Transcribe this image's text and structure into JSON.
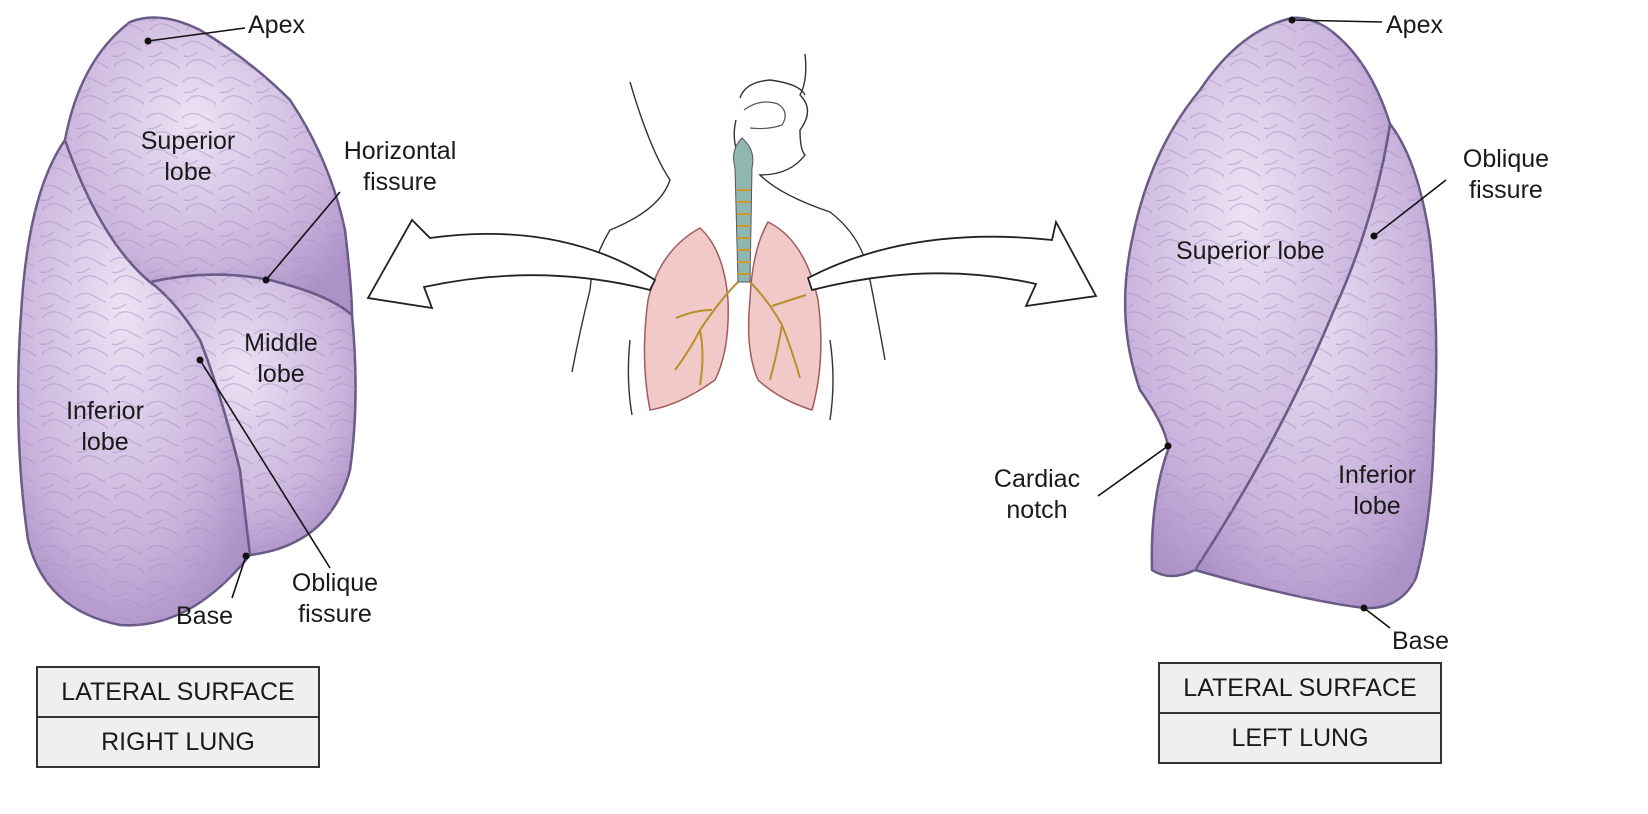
{
  "right_lung": {
    "apex": "Apex",
    "superior_lobe": [
      "Superior",
      "lobe"
    ],
    "horizontal_fissure": [
      "Horizontal",
      "fissure"
    ],
    "middle_lobe": [
      "Middle",
      "lobe"
    ],
    "inferior_lobe": [
      "Inferior",
      "lobe"
    ],
    "oblique_fissure": [
      "Oblique",
      "fissure"
    ],
    "base": "Base",
    "caption": {
      "surface": "LATERAL SURFACE",
      "name": "RIGHT LUNG"
    }
  },
  "left_lung": {
    "apex": "Apex",
    "oblique_fissure": [
      "Oblique",
      "fissure"
    ],
    "superior_lobe": "Superior lobe",
    "cardiac_notch": [
      "Cardiac",
      "notch"
    ],
    "inferior_lobe": [
      "Inferior",
      "lobe"
    ],
    "base": "Base",
    "caption": {
      "surface": "LATERAL  SURFACE",
      "name": "LEFT LUNG"
    }
  },
  "colors": {
    "lobe_fill": "#c9b3dc",
    "lobe_outline": "#6a5a86",
    "small_lung_fill": "#f1c9c9",
    "trachea": "#8fb7b0",
    "bronchi": "#b8902a"
  }
}
